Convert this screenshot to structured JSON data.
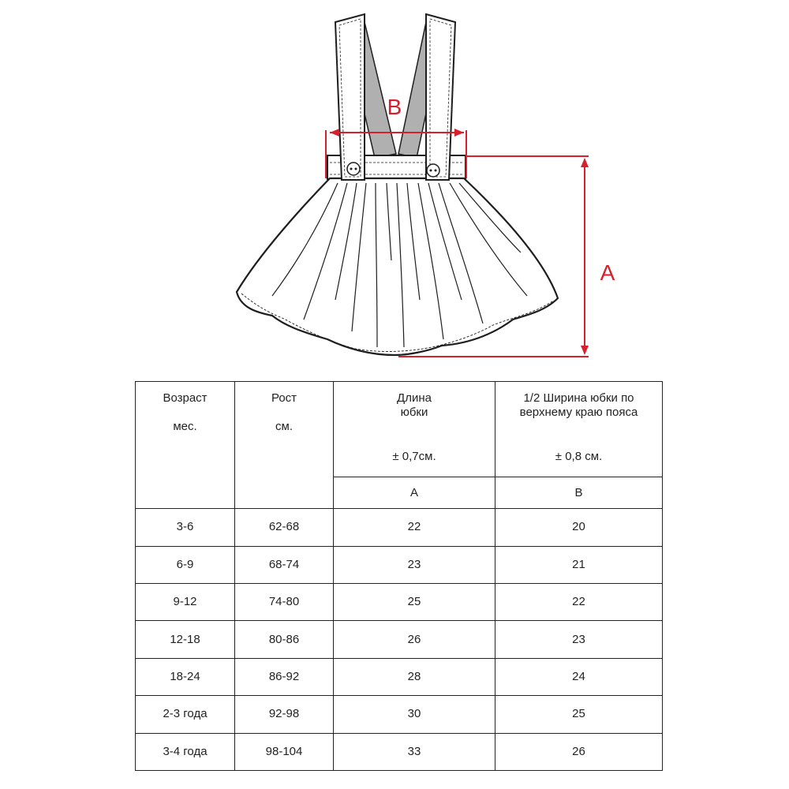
{
  "figure": {
    "label_a": "A",
    "label_b": "B",
    "measure_color": "#d6202e",
    "line_color": "#1e1e1e"
  },
  "table": {
    "headers": {
      "age": "Возраст",
      "age_unit": "мес.",
      "height": "Рост",
      "height_unit": "см.",
      "length_l1": "Длина",
      "length_l2": "юбки",
      "length_tol": "± 0,7см.",
      "length_code": "A",
      "width_l1": "1/2 Ширина юбки по",
      "width_l2": "верхнему краю пояса",
      "width_tol": "± 0,8 см.",
      "width_code": "B"
    },
    "rows": [
      {
        "age": "3-6",
        "height": "62-68",
        "a": "22",
        "b": "20"
      },
      {
        "age": "6-9",
        "height": "68-74",
        "a": "23",
        "b": "21"
      },
      {
        "age": "9-12",
        "height": "74-80",
        "a": "25",
        "b": "22"
      },
      {
        "age": "12-18",
        "height": "80-86",
        "a": "26",
        "b": "23"
      },
      {
        "age": "18-24",
        "height": "86-92",
        "a": "28",
        "b": "24"
      },
      {
        "age": "2-3 года",
        "height": "92-98",
        "a": "30",
        "b": "25"
      },
      {
        "age": "3-4 года",
        "height": "98-104",
        "a": "33",
        "b": "26"
      }
    ]
  }
}
